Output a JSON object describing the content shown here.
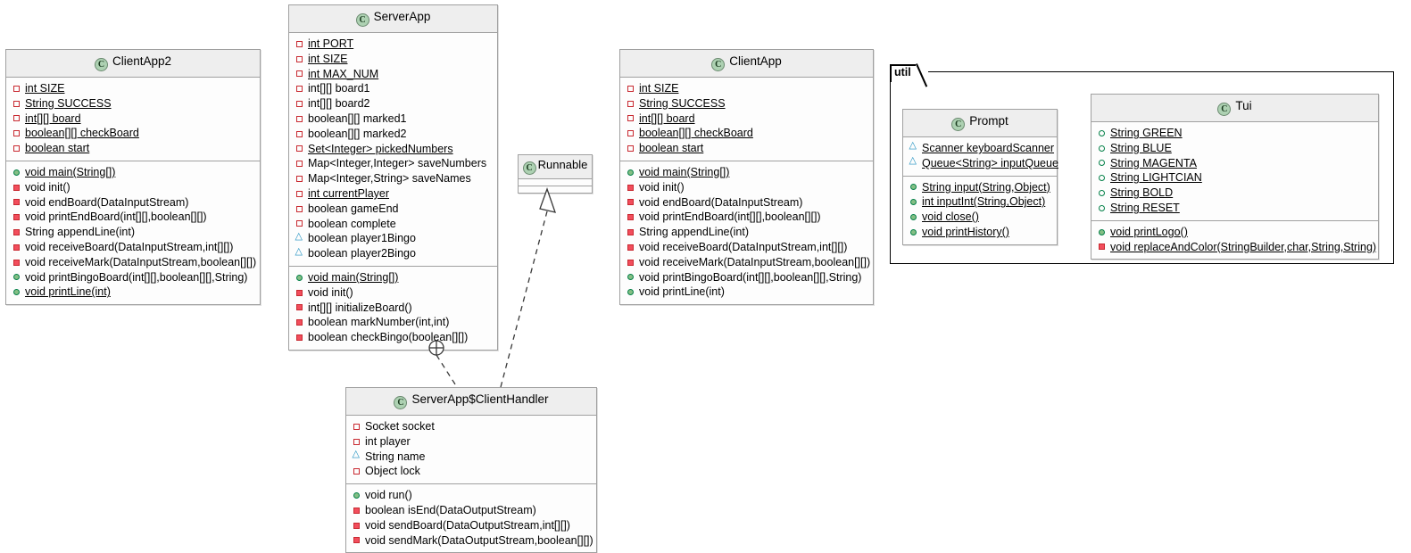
{
  "diagram": {
    "title": "UML Class Diagram",
    "colors": {
      "header_fill": "#eeeeee",
      "class_icon_fill": "#ADD1B2",
      "private_marker": "#C82930",
      "private_method_fill": "#F24D5C",
      "public_marker": "#038048",
      "public_method_fill": "#84BE84",
      "package_marker": "#1E90C0",
      "box_border": "#a0a0a0",
      "frame_border": "#000000"
    },
    "package": {
      "name": "util"
    },
    "classes": [
      {
        "id": "clientapp2",
        "name": "ClientApp2",
        "stereotype_icon": "C",
        "fields": [
          {
            "vis": "priv-field",
            "static": true,
            "text": "int SIZE"
          },
          {
            "vis": "priv-field",
            "static": true,
            "text": "String SUCCESS"
          },
          {
            "vis": "priv-field",
            "static": true,
            "text": "int[][] board"
          },
          {
            "vis": "priv-field",
            "static": true,
            "text": "boolean[][] checkBoard"
          },
          {
            "vis": "priv-field",
            "static": true,
            "text": "boolean start"
          }
        ],
        "methods": [
          {
            "vis": "pub-method",
            "static": true,
            "text": "void main(String[])"
          },
          {
            "vis": "priv-method",
            "static": false,
            "text": "void init()"
          },
          {
            "vis": "priv-method",
            "static": false,
            "text": "void endBoard(DataInputStream)"
          },
          {
            "vis": "priv-method",
            "static": false,
            "text": "void printEndBoard(int[][],boolean[][])"
          },
          {
            "vis": "priv-method",
            "static": false,
            "text": "String appendLine(int)"
          },
          {
            "vis": "priv-method",
            "static": false,
            "text": "void receiveBoard(DataInputStream,int[][])"
          },
          {
            "vis": "priv-method",
            "static": false,
            "text": "void receiveMark(DataInputStream,boolean[][])"
          },
          {
            "vis": "pub-method",
            "static": false,
            "text": "void printBingoBoard(int[][],boolean[][],String)"
          },
          {
            "vis": "pub-method",
            "static": true,
            "text": "void printLine(int)"
          }
        ]
      },
      {
        "id": "serverapp",
        "name": "ServerApp",
        "stereotype_icon": "C",
        "fields": [
          {
            "vis": "priv-field",
            "static": true,
            "text": "int PORT"
          },
          {
            "vis": "priv-field",
            "static": true,
            "text": "int SIZE"
          },
          {
            "vis": "priv-field",
            "static": true,
            "text": "int MAX_NUM"
          },
          {
            "vis": "priv-field",
            "static": false,
            "text": "int[][] board1"
          },
          {
            "vis": "priv-field",
            "static": false,
            "text": "int[][] board2"
          },
          {
            "vis": "priv-field",
            "static": false,
            "text": "boolean[][] marked1"
          },
          {
            "vis": "priv-field",
            "static": false,
            "text": "boolean[][] marked2"
          },
          {
            "vis": "priv-field",
            "static": true,
            "text": "Set<Integer> pickedNumbers"
          },
          {
            "vis": "priv-field",
            "static": false,
            "text": "Map<Integer,Integer> saveNumbers"
          },
          {
            "vis": "priv-field",
            "static": false,
            "text": "Map<Integer,String> saveNames"
          },
          {
            "vis": "priv-field",
            "static": true,
            "text": "int currentPlayer"
          },
          {
            "vis": "priv-field",
            "static": false,
            "text": "boolean gameEnd"
          },
          {
            "vis": "priv-field",
            "static": false,
            "text": "boolean complete"
          },
          {
            "vis": "pkg-field",
            "static": false,
            "text": "boolean player1Bingo"
          },
          {
            "vis": "pkg-field",
            "static": false,
            "text": "boolean player2Bingo"
          }
        ],
        "methods": [
          {
            "vis": "pub-method",
            "static": true,
            "text": "void main(String[])"
          },
          {
            "vis": "priv-method",
            "static": false,
            "text": "void init()"
          },
          {
            "vis": "priv-method",
            "static": false,
            "text": "int[][] initializeBoard()"
          },
          {
            "vis": "priv-method",
            "static": false,
            "text": "boolean markNumber(int,int)"
          },
          {
            "vis": "priv-method",
            "static": false,
            "text": "boolean checkBingo(boolean[][])"
          }
        ]
      },
      {
        "id": "runnable",
        "name": "Runnable",
        "stereotype_icon": "C",
        "fields": [],
        "methods": []
      },
      {
        "id": "clientapp",
        "name": "ClientApp",
        "stereotype_icon": "C",
        "fields": [
          {
            "vis": "priv-field",
            "static": true,
            "text": "int SIZE"
          },
          {
            "vis": "priv-field",
            "static": true,
            "text": "String SUCCESS"
          },
          {
            "vis": "priv-field",
            "static": true,
            "text": "int[][] board"
          },
          {
            "vis": "priv-field",
            "static": true,
            "text": "boolean[][] checkBoard"
          },
          {
            "vis": "priv-field",
            "static": true,
            "text": "boolean start"
          }
        ],
        "methods": [
          {
            "vis": "pub-method",
            "static": true,
            "text": "void main(String[])"
          },
          {
            "vis": "priv-method",
            "static": false,
            "text": "void init()"
          },
          {
            "vis": "priv-method",
            "static": false,
            "text": "void endBoard(DataInputStream)"
          },
          {
            "vis": "priv-method",
            "static": false,
            "text": "void printEndBoard(int[][],boolean[][])"
          },
          {
            "vis": "priv-method",
            "static": false,
            "text": "String appendLine(int)"
          },
          {
            "vis": "priv-method",
            "static": false,
            "text": "void receiveBoard(DataInputStream,int[][])"
          },
          {
            "vis": "priv-method",
            "static": false,
            "text": "void receiveMark(DataInputStream,boolean[][])"
          },
          {
            "vis": "pub-method",
            "static": false,
            "text": "void printBingoBoard(int[][],boolean[][],String)"
          },
          {
            "vis": "pub-method",
            "static": false,
            "text": "void printLine(int)"
          }
        ]
      },
      {
        "id": "prompt",
        "name": "Prompt",
        "stereotype_icon": "C",
        "fields": [
          {
            "vis": "pkg-field",
            "static": true,
            "text": "Scanner keyboardScanner"
          },
          {
            "vis": "pkg-field",
            "static": true,
            "text": "Queue<String> inputQueue"
          }
        ],
        "methods": [
          {
            "vis": "pub-method",
            "static": true,
            "text": "String input(String,Object)"
          },
          {
            "vis": "pub-method",
            "static": true,
            "text": "int inputInt(String,Object)"
          },
          {
            "vis": "pub-method",
            "static": true,
            "text": "void close()"
          },
          {
            "vis": "pub-method",
            "static": true,
            "text": "void printHistory()"
          }
        ]
      },
      {
        "id": "tui",
        "name": "Tui",
        "stereotype_icon": "C",
        "fields": [
          {
            "vis": "pub-field",
            "static": true,
            "text": "String GREEN"
          },
          {
            "vis": "pub-field",
            "static": true,
            "text": "String BLUE"
          },
          {
            "vis": "pub-field",
            "static": true,
            "text": "String MAGENTA"
          },
          {
            "vis": "pub-field",
            "static": true,
            "text": "String LIGHTCIAN"
          },
          {
            "vis": "pub-field",
            "static": true,
            "text": "String BOLD"
          },
          {
            "vis": "pub-field",
            "static": true,
            "text": "String RESET"
          }
        ],
        "methods": [
          {
            "vis": "pub-method",
            "static": true,
            "text": "void printLogo()"
          },
          {
            "vis": "priv-method",
            "static": true,
            "text": "void replaceAndColor(StringBuilder,char,String,String)"
          }
        ]
      },
      {
        "id": "clienthandler",
        "name": "ServerApp$ClientHandler",
        "stereotype_icon": "C",
        "fields": [
          {
            "vis": "priv-field",
            "static": false,
            "text": "Socket socket"
          },
          {
            "vis": "priv-field",
            "static": false,
            "text": "int player"
          },
          {
            "vis": "pkg-field",
            "static": false,
            "text": "String name"
          },
          {
            "vis": "priv-field",
            "static": false,
            "text": "Object lock"
          }
        ],
        "methods": [
          {
            "vis": "pub-method",
            "static": false,
            "text": "void run()"
          },
          {
            "vis": "priv-method",
            "static": false,
            "text": "boolean isEnd(DataOutputStream)"
          },
          {
            "vis": "priv-method",
            "static": false,
            "text": "void sendBoard(DataOutputStream,int[][])"
          },
          {
            "vis": "priv-method",
            "static": false,
            "text": "void sendMark(DataOutputStream,boolean[][])"
          }
        ]
      }
    ],
    "relations": [
      {
        "id": "nesting",
        "from": "serverapp",
        "to": "clienthandler",
        "type": "nesting",
        "marker": "circle-plus"
      },
      {
        "id": "realization",
        "from": "clienthandler",
        "to": "runnable",
        "type": "realization",
        "marker": "hollow-triangle"
      }
    ]
  }
}
